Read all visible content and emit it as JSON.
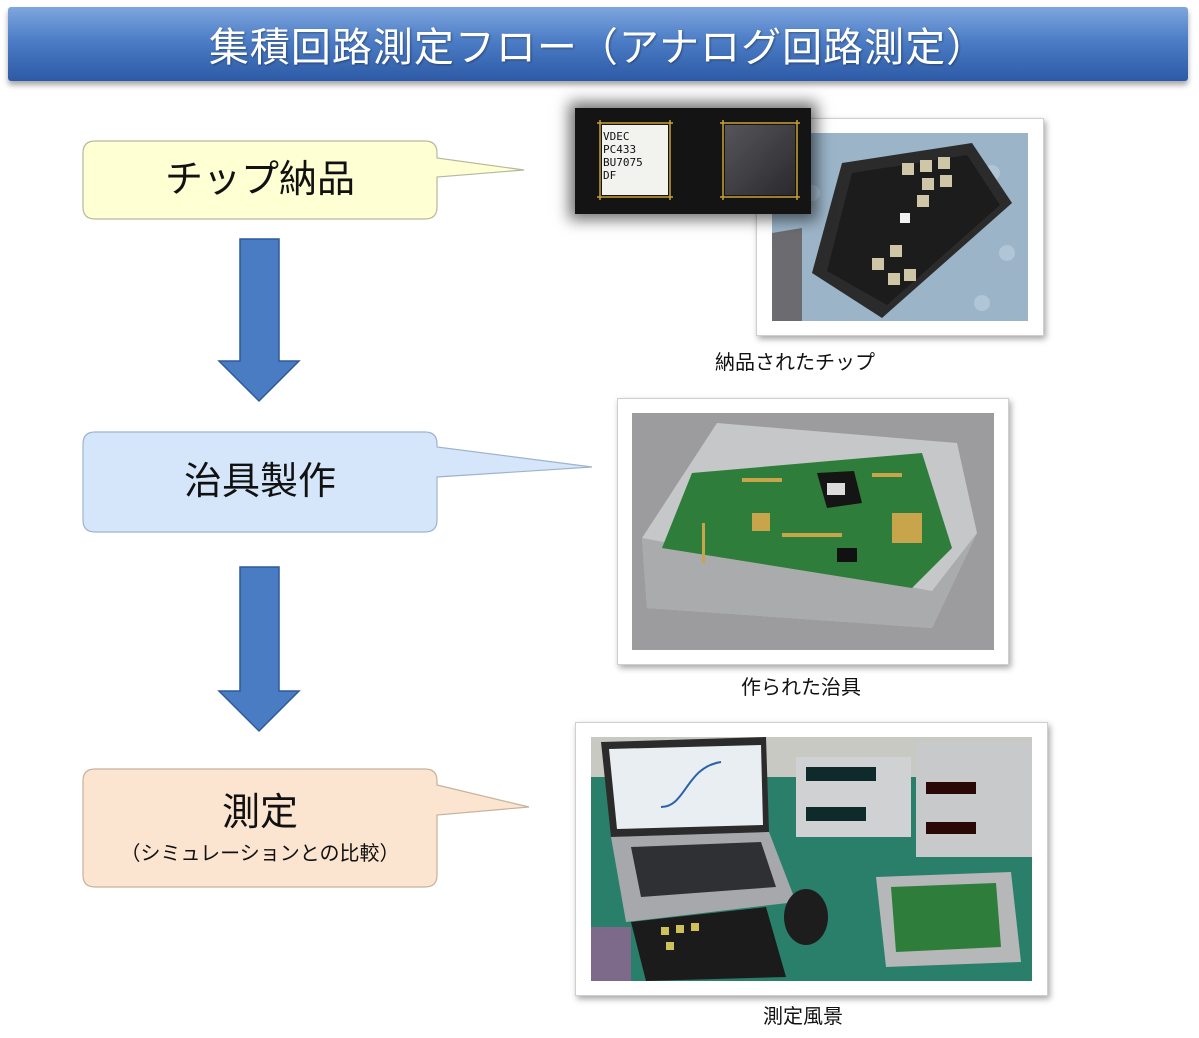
{
  "title": "集積回路測定フロー（アナログ回路測定）",
  "steps": [
    {
      "label": "チップ納品",
      "sub": ""
    },
    {
      "label": "治具製作",
      "sub": ""
    },
    {
      "label": "測定",
      "sub": "（シミュレーションとの比較）"
    }
  ],
  "photos": [
    {
      "caption": "納品されたチップ",
      "chip_marking": [
        "VDEC",
        "PC433",
        "BU7075",
        "DF"
      ]
    },
    {
      "caption": "作られた治具"
    },
    {
      "caption": "測定風景"
    }
  ],
  "colors": {
    "banner": "#4c7dc6",
    "step1_fill": "#ffffd4",
    "step2_fill": "#d5e6fb",
    "step3_fill": "#fbe4d0",
    "arrow": "#4a7cc4",
    "arrow_border": "#2f5a97"
  }
}
